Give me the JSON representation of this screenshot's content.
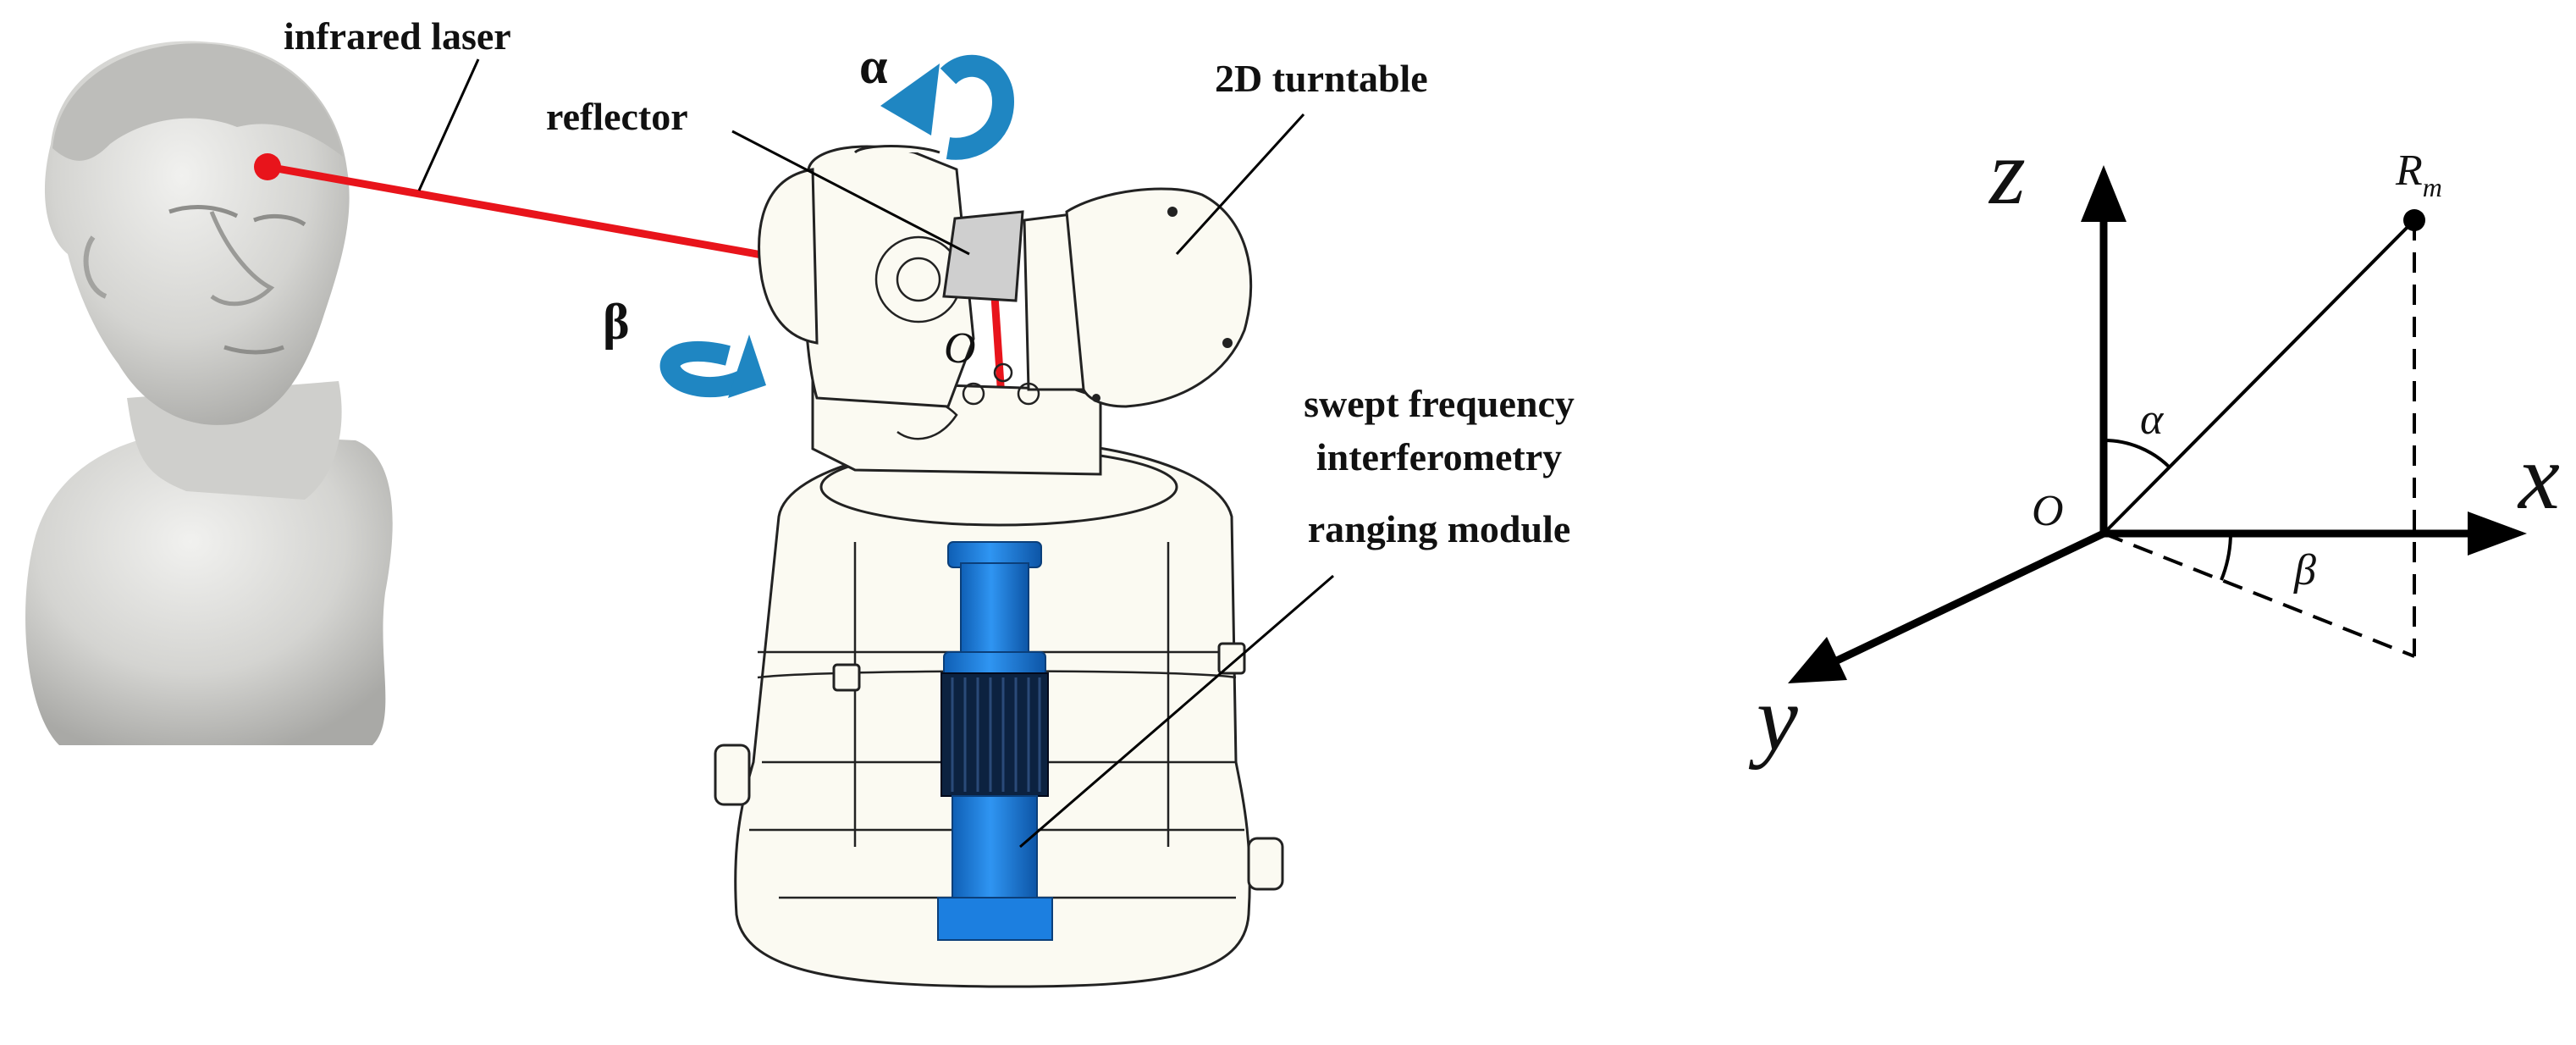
{
  "labels": {
    "infrared_laser": "infrared laser",
    "reflector": "reflector",
    "turntable": "2D turntable",
    "ranging_line1": "swept frequency",
    "ranging_line2": "interferometry",
    "ranging_line3": "ranging module",
    "alpha_symbol": "α",
    "beta_symbol": "β",
    "origin_mark": "O"
  },
  "coordinate_diagram": {
    "z_axis": "z",
    "x_axis": "x",
    "y_axis": "y",
    "origin": "O",
    "alpha": "α",
    "beta": "β",
    "point_letter": "R",
    "point_subscript": "m"
  },
  "colors": {
    "laser": "#e8141b",
    "rotation_arrow": "#1f86c2",
    "ranging_module": "#1c7fe0",
    "ranging_band": "#0c2240",
    "mechanism_fill": "#fbfaf2",
    "bust": "#d9d9d6",
    "reflector": "#cfcfcf"
  },
  "icons": {
    "bust": "marble-bust-image",
    "rotation_alpha": "curved-rotation-arrow",
    "rotation_beta": "curved-rotation-arrow"
  }
}
